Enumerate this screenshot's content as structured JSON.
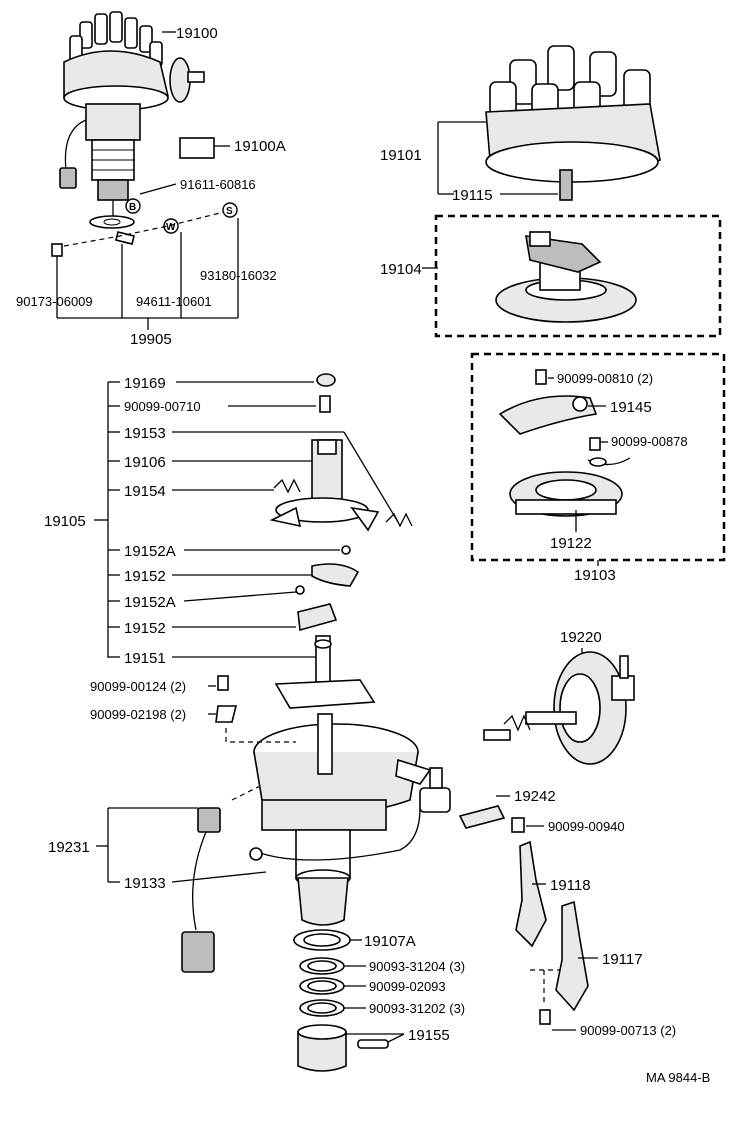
{
  "diagram": {
    "labels": {
      "p19100": "19100",
      "p19100A": "19100A",
      "p91611": "91611-60816",
      "p93180": "93180-16032",
      "p90173": "90173-06009",
      "p94611": "94611-10601",
      "p19905": "19905",
      "p19101": "19101",
      "p19115": "19115",
      "p19104": "19104",
      "p19169": "19169",
      "p90099_00710": "90099-00710",
      "p19153": "19153",
      "p19106": "19106",
      "p19154": "19154",
      "p19105": "19105",
      "p19152A_1": "19152A",
      "p19152_1": "19152",
      "p19152A_2": "19152A",
      "p19152_2": "19152",
      "p19151": "19151",
      "p90099_00810": "90099-00810 (2)",
      "p19145": "19145",
      "p90099_00878": "90099-00878",
      "p19122": "19122",
      "p19103": "19103",
      "p19220": "19220",
      "p90099_00124": "90099-00124 (2)",
      "p90099_02198": "90099-02198 (2)",
      "p19242": "19242",
      "p90099_00940": "90099-00940",
      "p19231": "19231",
      "p19133": "19133",
      "p19118": "19118",
      "p19107A": "19107A",
      "p90093_31204": "90093-31204 (3)",
      "p90099_02093": "90099-02093",
      "p90093_31202": "90093-31202 (3)",
      "p19117": "19117",
      "p90099_00713": "90099-00713 (2)",
      "p19155": "19155",
      "ref": "MA 9844-B"
    },
    "badges": {
      "b": "B",
      "w": "W",
      "s": "S"
    }
  }
}
